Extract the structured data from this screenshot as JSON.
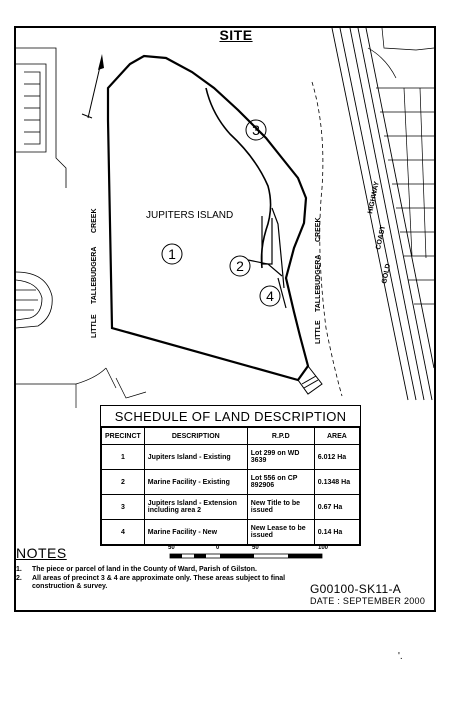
{
  "title": "SITE",
  "map_labels": {
    "island": "JUPITERS ISLAND",
    "creek_left_1": "LITTLE",
    "creek_left_2": "TALLEBUDGERA",
    "creek_left_3": "CREEK",
    "creek_right_1": "LITTLE",
    "creek_right_2": "TALLEBUDGERA",
    "creek_right_3": "CREEK",
    "highway_1": "GOLD",
    "highway_2": "COAST",
    "highway_3": "HIGHWAY",
    "precincts": [
      "1",
      "2",
      "3",
      "4"
    ]
  },
  "schedule": {
    "title": "SCHEDULE OF LAND DESCRIPTION",
    "headers": [
      "PRECINCT",
      "DESCRIPTION",
      "R.P.D",
      "AREA"
    ],
    "rows": [
      {
        "precinct": "1",
        "description": "Jupiters Island - Existing",
        "rpd": "Lot 299 on WD 3639",
        "area": "6.012 Ha"
      },
      {
        "precinct": "2",
        "description": "Marine Facility - Existing",
        "rpd": "Lot 556 on CP 892906",
        "area": "0.1348 Ha"
      },
      {
        "precinct": "3",
        "description": "Jupiters Island - Extension including area 2",
        "rpd": "New Title to be issued",
        "area": "0.67 Ha"
      },
      {
        "precinct": "4",
        "description": "Marine Facility - New",
        "rpd": "New Lease to be issued",
        "area": "0.14 Ha"
      }
    ]
  },
  "notes": {
    "title": "NOTES",
    "items": [
      {
        "num": "1.",
        "text": "The piece or parcel of land in the County of Ward, Parish of Gilston."
      },
      {
        "num": "2.",
        "text": "All areas of precinct 3 & 4 are approximate only. These areas subject to final construction & survey."
      }
    ]
  },
  "scale": {
    "ticks": [
      "50",
      "0",
      "50",
      "100"
    ]
  },
  "drawing_number": "G00100-SK11-A",
  "date": "DATE : SEPTEMBER 2000",
  "mark": "'."
}
